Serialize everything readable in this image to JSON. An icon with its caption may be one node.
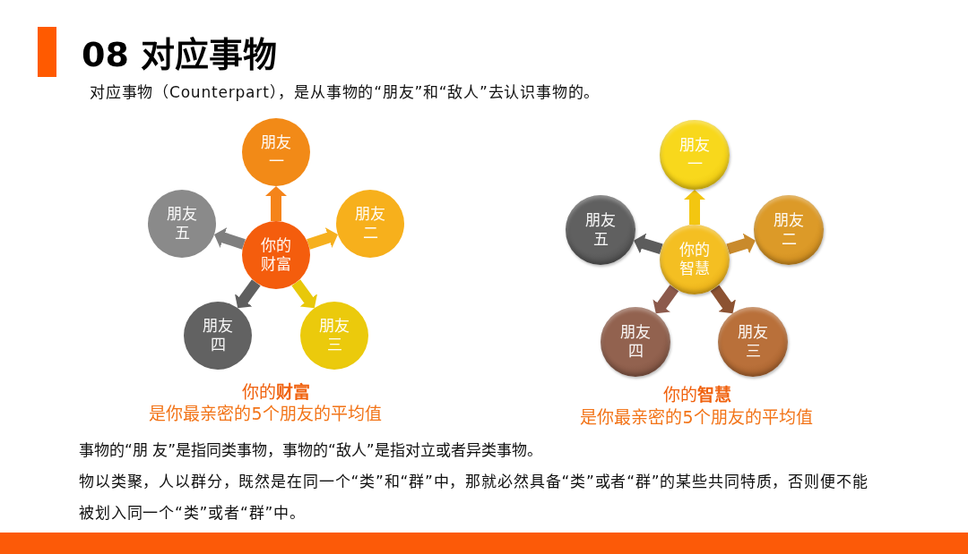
{
  "diagram": {
    "title": "08 对应事物",
    "nodes": [
      {
        "text": [
          "你的财富"
        ]
      },
      {
        "text": [
          "朋友一"
        ]
      },
      {
        "text": [
          "朋友二"
        ]
      },
      {
        "text": [
          "朋友三"
        ]
      },
      {
        "text": [
          "朋友四"
        ]
      },
      {
        "text": [
          "朋友五"
        ]
      },
      {
        "text": [
          "你的智慧"
        ]
      },
      {
        "text": [
          "朋友一"
        ]
      },
      {
        "text": [
          "朋友二"
        ]
      },
      {
        "text": [
          "朋友三"
        ]
      },
      {
        "text": [
          "朋友四"
        ]
      },
      {
        "text": [
          "朋友五"
        ]
      }
    ],
    "edges": [
      {
        "from": 0,
        "to": 1,
        "arrow": "to",
        "color": "#f5841a"
      },
      {
        "from": 0,
        "to": 2,
        "arrow": "to",
        "color": "#f6b01e"
      },
      {
        "from": 0,
        "to": 3,
        "arrow": "to",
        "color": "#e8c80a"
      },
      {
        "from": 0,
        "to": 4,
        "arrow": "to",
        "color": "#5f5f5f"
      },
      {
        "from": 0,
        "to": 5,
        "arrow": "to",
        "color": "#7f7f7f"
      },
      {
        "from": 6,
        "to": 7,
        "arrow": "to",
        "color": "#f3c611"
      },
      {
        "from": 6,
        "to": 8,
        "arrow": "to",
        "color": "#c98a2c"
      },
      {
        "from": 6,
        "to": 9,
        "arrow": "to",
        "color": "#8c5232"
      },
      {
        "from": 6,
        "to": 10,
        "arrow": "to",
        "color": "#8c5a4c"
      },
      {
        "from": 6,
        "to": 11,
        "arrow": "to",
        "color": "#5c5c5c"
      }
    ],
    "labels": [
      "对应事物（Counterpart），是从事物的“朋友”和“敌人”去认识事物的。",
      "你的**财富**",
      "是你最亲密的5个朋友的平均值",
      "你的**智慧**",
      "是你最亲密的5个朋友的平均值",
      "事物的“朋 友”是指同类事物，事物的“敌人”是指对立或者异类事物。",
      "物以类聚，人以群分，既然是在同一个“类”和“群”中，那就必然具备“类”或者“群”的某些共同特质，否则便不能被划入同一个“类”或者“群”中。"
    ]
  }
}
